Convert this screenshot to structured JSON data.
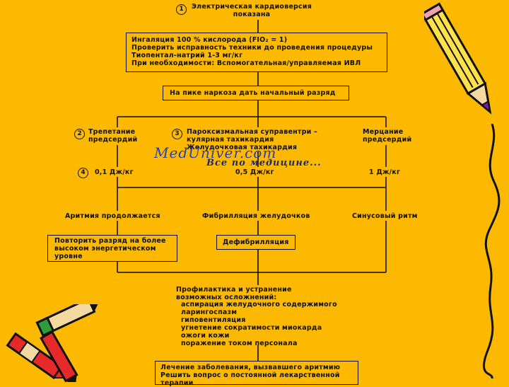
{
  "steps": {
    "s1_num": "1",
    "s1_text": "Электрическая кардиоверсия\nпоказана",
    "prep_lines": [
      "Ингаляция 100 % кислорода (FIO₂ = 1)",
      "Проверить исправность техники до проведения процедуры",
      "Тиопентал-натрий 1-3 мг/кг",
      "При необходимости: Вспомогательная/управляемая ИВЛ"
    ],
    "peak": "На пике наркоза дать начальный разряд"
  },
  "branches": {
    "b2_num": "2",
    "b2_text": "Трепетание\nпредсердий",
    "b3_num": "3",
    "b3_text": "Пароксизмальная суправентри –\nкулярная тахикардия\nЖелудочковая тахикардия",
    "af_text": "Мерцание\nпредсердий",
    "b4_num": "4",
    "dose_flutter": "0,1 Дж/кг",
    "dose_svt": "0,5 Дж/кг",
    "dose_af": "1 Дж/кг"
  },
  "outcomes": {
    "arrhythmia": "Аритмия продолжается",
    "vfib": "Фибрилляция желудочков",
    "sinus": "Синусовый ритм",
    "repeat": "Повторить разряд на более\nвысоком энергетическом\nуровне",
    "defib": "Дефибрилляция"
  },
  "prophylaxis": {
    "title": "Профилактика и устранение\nвозможных осложнений:",
    "items": [
      "аспирация желудочного содержимого",
      "ларингоспазм",
      "гиповентиляция",
      "угнетение сократимости миокарда",
      "ожоги кожи",
      "поражение током персонала"
    ]
  },
  "final": "Лечение заболевания, вызвавшего аритмию\nРешить вопрос о постоянной лекарственной\nтерапии",
  "watermark": {
    "brand": "MedUniver.com",
    "tagline": "Все по медицине..."
  },
  "colors": {
    "background": "#FCB900",
    "ink": "#111111",
    "watermark": "#2D3FA8"
  },
  "decor": [
    "pencil-icon",
    "crayons-icon",
    "squiggle-line"
  ]
}
